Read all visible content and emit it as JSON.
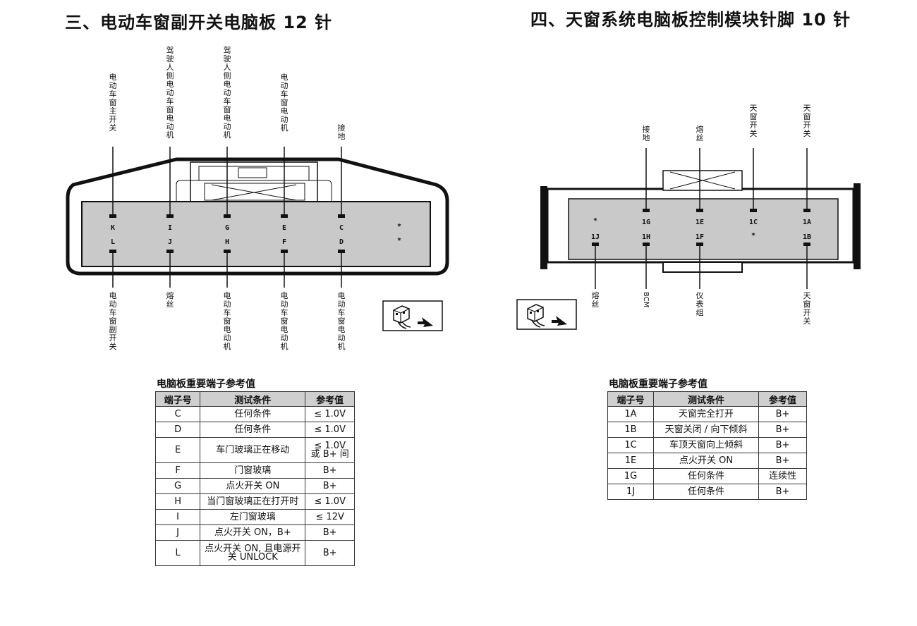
{
  "left": {
    "title": "三、电动车窗副开关电脑板 12 针",
    "top_labels": [
      "电动车窗主开关",
      "驾驶人侧电动车窗电动机",
      "驾驶人侧电动车窗电动机",
      "电动车窗电动机",
      "接地"
    ],
    "bottom_labels": [
      "电动车窗副开关",
      "熔丝",
      "电动车窗电动机",
      "电动车窗电动机",
      "电动车窗电动机"
    ],
    "pins_row1": [
      "K",
      "I",
      "G",
      "E",
      "C",
      "*"
    ],
    "pins_row2": [
      "L",
      "J",
      "H",
      "F",
      "D",
      "*"
    ],
    "table_caption": "电脑板重要端子参考值",
    "headers": [
      "端子号",
      "测试条件",
      "参考值"
    ],
    "rows": [
      [
        "C",
        "任何条件",
        "≤ 1.0V"
      ],
      [
        "D",
        "任何条件",
        "≤ 1.0V"
      ],
      [
        "E",
        "车门玻璃正在移动",
        "≤ 1.0V 或 B+ 间"
      ],
      [
        "F",
        "门窗玻璃",
        "B+"
      ],
      [
        "G",
        "点火开关 ON",
        "B+"
      ],
      [
        "H",
        "当门窗玻璃正在打开时",
        "≤ 1.0V"
      ],
      [
        "I",
        "左门窗玻璃",
        "≤ 12V"
      ],
      [
        "J",
        "点火开关 ON，B+",
        "B+"
      ],
      [
        "L",
        "点火开关 ON, 且电源开关 UNLOCK",
        "B+"
      ]
    ]
  },
  "right": {
    "title": "四、天窗系统电脑板控制模块针脚 10 针",
    "top_labels": [
      "接地",
      "熔丝",
      "天窗开关",
      "天窗开关"
    ],
    "bottom_labels": [
      "熔丝",
      "BCM",
      "仪表组",
      "天窗开关"
    ],
    "pins_row1": [
      "*",
      "1G",
      "1E",
      "1C",
      "1A"
    ],
    "pins_row2": [
      "1J",
      "1H",
      "1F",
      "*",
      "1B"
    ],
    "table_caption": "电脑板重要端子参考值",
    "headers": [
      "端子号",
      "测试条件",
      "参考值"
    ],
    "rows": [
      [
        "1A",
        "天窗完全打开",
        "B+"
      ],
      [
        "1B",
        "天窗关闭 / 向下倾斜",
        "B+"
      ],
      [
        "1C",
        "车顶天窗向上倾斜",
        "B+"
      ],
      [
        "1E",
        "点火开关 ON",
        "B+"
      ],
      [
        "1G",
        "任何条件",
        "连续性"
      ],
      [
        "1J",
        "任何条件",
        "B+"
      ]
    ]
  },
  "colors": {
    "panel_fill": "#c9c9c9",
    "ink": "#111111",
    "header_fill": "#cfcfcf"
  },
  "icons": [
    "connector-plug-icon",
    "arrow-icon"
  ]
}
